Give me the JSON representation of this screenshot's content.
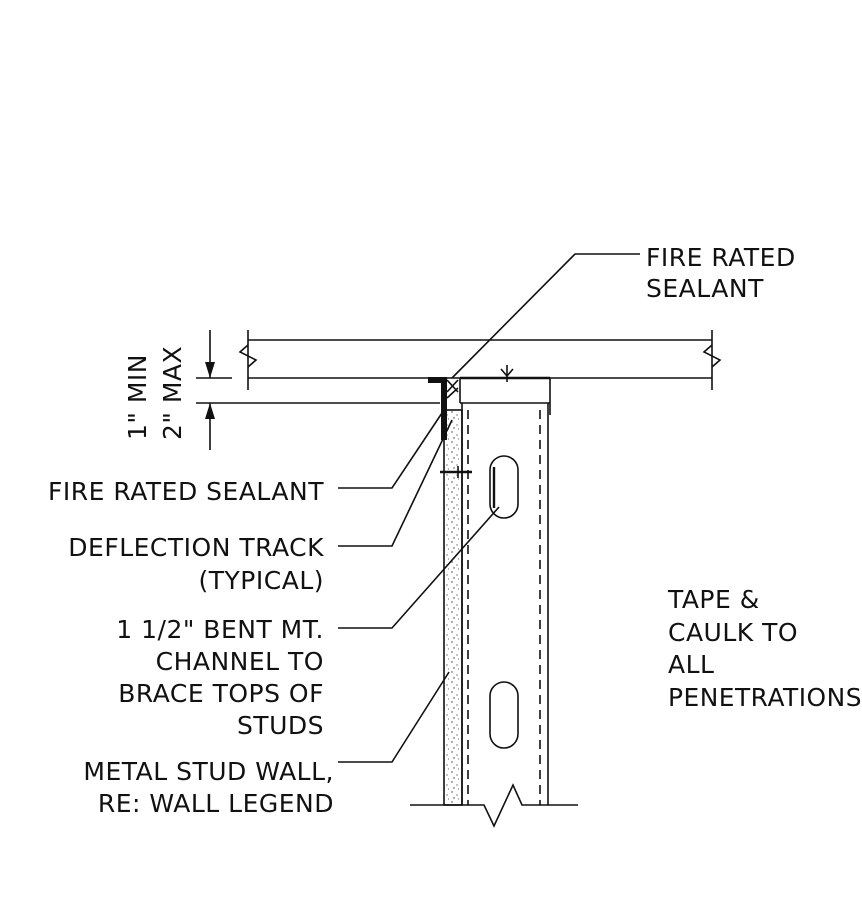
{
  "labels": {
    "fire_sealant_top_line1": "FIRE RATED",
    "fire_sealant_top_line2": "SEALANT",
    "dimension_min": "1\" MIN",
    "dimension_max": "2\" MAX",
    "fire_sealant_left": "FIRE RATED SEALANT",
    "deflection_track_line1": "DEFLECTION TRACK",
    "deflection_track_line2": "(TYPICAL)",
    "channel_line1": "1 1/2\" BENT MT.",
    "channel_line2": "CHANNEL TO",
    "channel_line3": "BRACE TOPS OF",
    "channel_line4": "STUDS",
    "stud_wall_line1": "METAL STUD WALL,",
    "stud_wall_line2": "RE: WALL LEGEND",
    "tape_line1": "TAPE &",
    "tape_line2": "CAULK TO",
    "tape_line3": "ALL",
    "tape_line4": "PENETRATIONS"
  }
}
